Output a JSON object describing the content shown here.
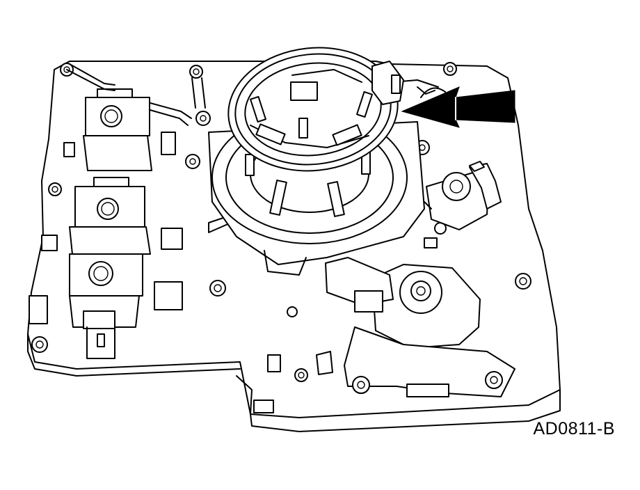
{
  "figure": {
    "reference_code": "AD0811-B"
  },
  "components": {
    "seal_ring": "highlighted",
    "arrow_direction": "left"
  },
  "colors": {
    "line": "#000000",
    "background": "#ffffff"
  }
}
